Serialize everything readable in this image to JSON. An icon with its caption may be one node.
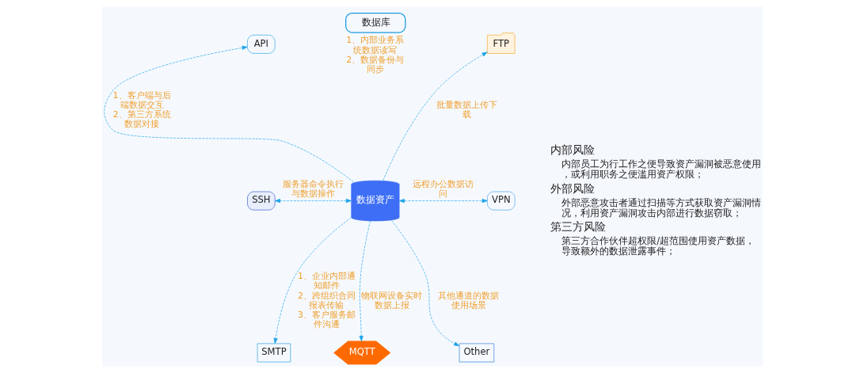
{
  "diagram": {
    "nodes": [
      {
        "text": [
          "数据资产"
        ]
      },
      {
        "text": [
          "API"
        ]
      },
      {
        "text": [
          "数据库"
        ],
        "beside": [
          "1、内部业务系统数据读写 2、数据备份与同步"
        ]
      },
      {
        "text": [
          "FTP"
        ]
      },
      {
        "text": [
          "SSH"
        ]
      },
      {
        "text": [
          "VPN"
        ]
      },
      {
        "text": [
          "SMTP"
        ]
      },
      {
        "text": [
          "MQTT"
        ]
      },
      {
        "text": [
          "Other"
        ]
      }
    ],
    "edges": [
      {
        "from": 0,
        "to": 1,
        "arrow": "to",
        "style": "dashed",
        "label": "1、客户端与后端数据交互 2、第三方系统数据对接"
      },
      {
        "from": 0,
        "to": 3,
        "arrow": "to",
        "style": "dashed",
        "label": "批量数据上传下载"
      },
      {
        "from": 0,
        "to": 4,
        "arrow": "both",
        "style": "dashed",
        "label": "服务器命令执行与数据操作"
      },
      {
        "from": 0,
        "to": 5,
        "arrow": "both",
        "style": "dashed",
        "label": "远程办公数据访问"
      },
      {
        "from": 0,
        "to": 6,
        "arrow": "to",
        "style": "dashed",
        "label": "1、企业内部通知邮件 2、跨组织合同报表传输 3、客户服务邮件沟通"
      },
      {
        "from": 0,
        "to": 7,
        "arrow": "to",
        "style": "dashed",
        "label": "物联网设备实时数据上报"
      },
      {
        "from": 0,
        "to": 8,
        "arrow": "to",
        "style": "dashed",
        "label": "其他通道的数据使用场景"
      }
    ],
    "labels": [
      "内部风险",
      "内部员工为行工作之便导致资产漏洞被恶意使用，或利用职务之便滥用资产权限；",
      "外部风险",
      "外部恶意攻击者通过扫描等方式获取资产漏洞情况，利用资产漏洞攻击内部进行数据窃取；",
      "第三方风险",
      "第三方合作伙伴超权限/超范围使用资产数据，导致额外的数据泄露事件；"
    ]
  }
}
